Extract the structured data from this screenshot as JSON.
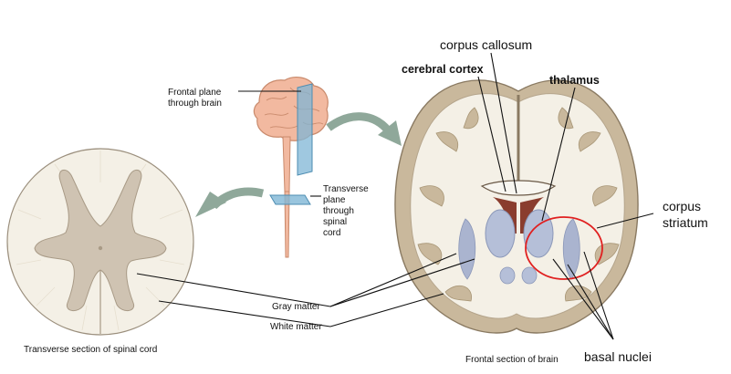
{
  "labels": {
    "frontal_plane": [
      "Frontal plane",
      "through brain"
    ],
    "transverse_plane": [
      "Transverse",
      "plane",
      "through",
      "spinal",
      "cord"
    ],
    "gray_matter": "Gray matter",
    "white_matter": "White matter",
    "spinal_caption": "Transverse section of spinal cord",
    "brain_caption": "Frontal section of brain",
    "corpus_callosum": "corpus callosum",
    "cerebral_cortex": "cerebral cortex",
    "thalamus": "thalamus",
    "corpus_striatum": [
      "corpus",
      "striatum"
    ],
    "basal_nuclei": "basal nuclei"
  },
  "colors": {
    "white_matter": "#f4f0e6",
    "gray_matter": "#cfc3b2",
    "cortex": "#c9b89c",
    "thalamus": "#b5bfd8",
    "arrow": "#8fa89a",
    "brain_pink": "#f2b9a0",
    "plane": "#7fb6d6",
    "highlight": "#e02020"
  }
}
